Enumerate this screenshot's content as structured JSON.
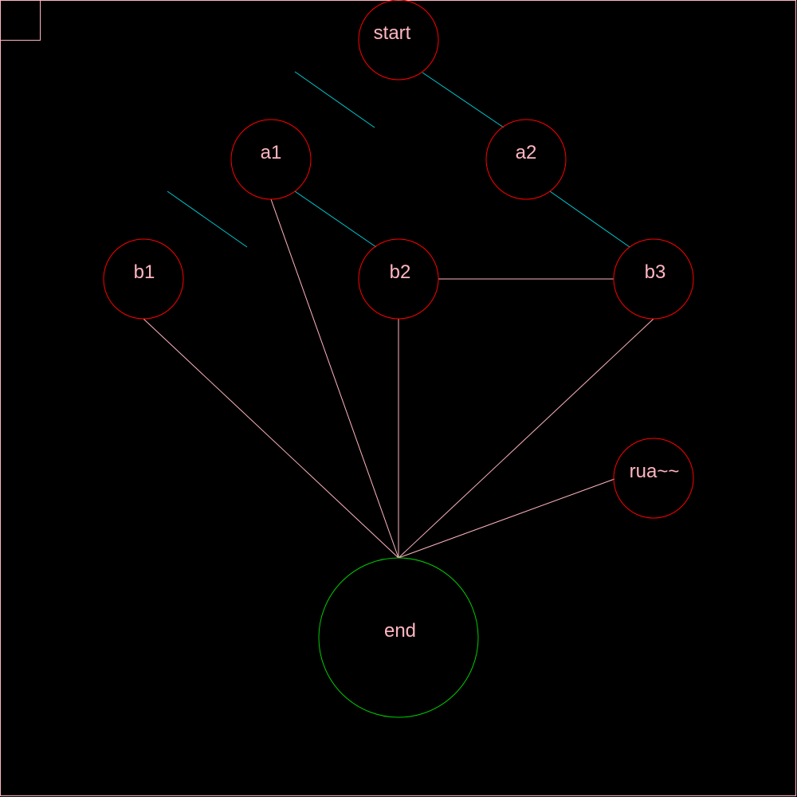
{
  "colors": {
    "background": "#000000",
    "frame": "#ffb6c1",
    "node_stroke": "#ff0000",
    "end_stroke": "#00cc00",
    "label": "#ffb6c1",
    "edge_pink": "#ffb6c1",
    "edge_cyan": "#00c8d0"
  },
  "nodes": {
    "start": "start",
    "a1": "a1",
    "a2": "a2",
    "b1": "b1",
    "b2": "b2",
    "b3": "b3",
    "rua": "rua~~",
    "end": "end"
  },
  "edges": [
    {
      "from": "start",
      "to": "a2",
      "color": "cyan"
    },
    {
      "from": "a2",
      "to": "b3",
      "color": "cyan"
    },
    {
      "from": "a1",
      "to": "b2",
      "color": "cyan"
    },
    {
      "from": "b2",
      "to": "b3",
      "color": "pink"
    },
    {
      "from": "b1",
      "to": "end",
      "color": "pink"
    },
    {
      "from": "a1",
      "to": "end",
      "color": "pink"
    },
    {
      "from": "b2",
      "to": "end",
      "color": "pink"
    },
    {
      "from": "b3",
      "to": "end",
      "color": "pink"
    },
    {
      "from": "rua",
      "to": "end",
      "color": "pink"
    }
  ]
}
